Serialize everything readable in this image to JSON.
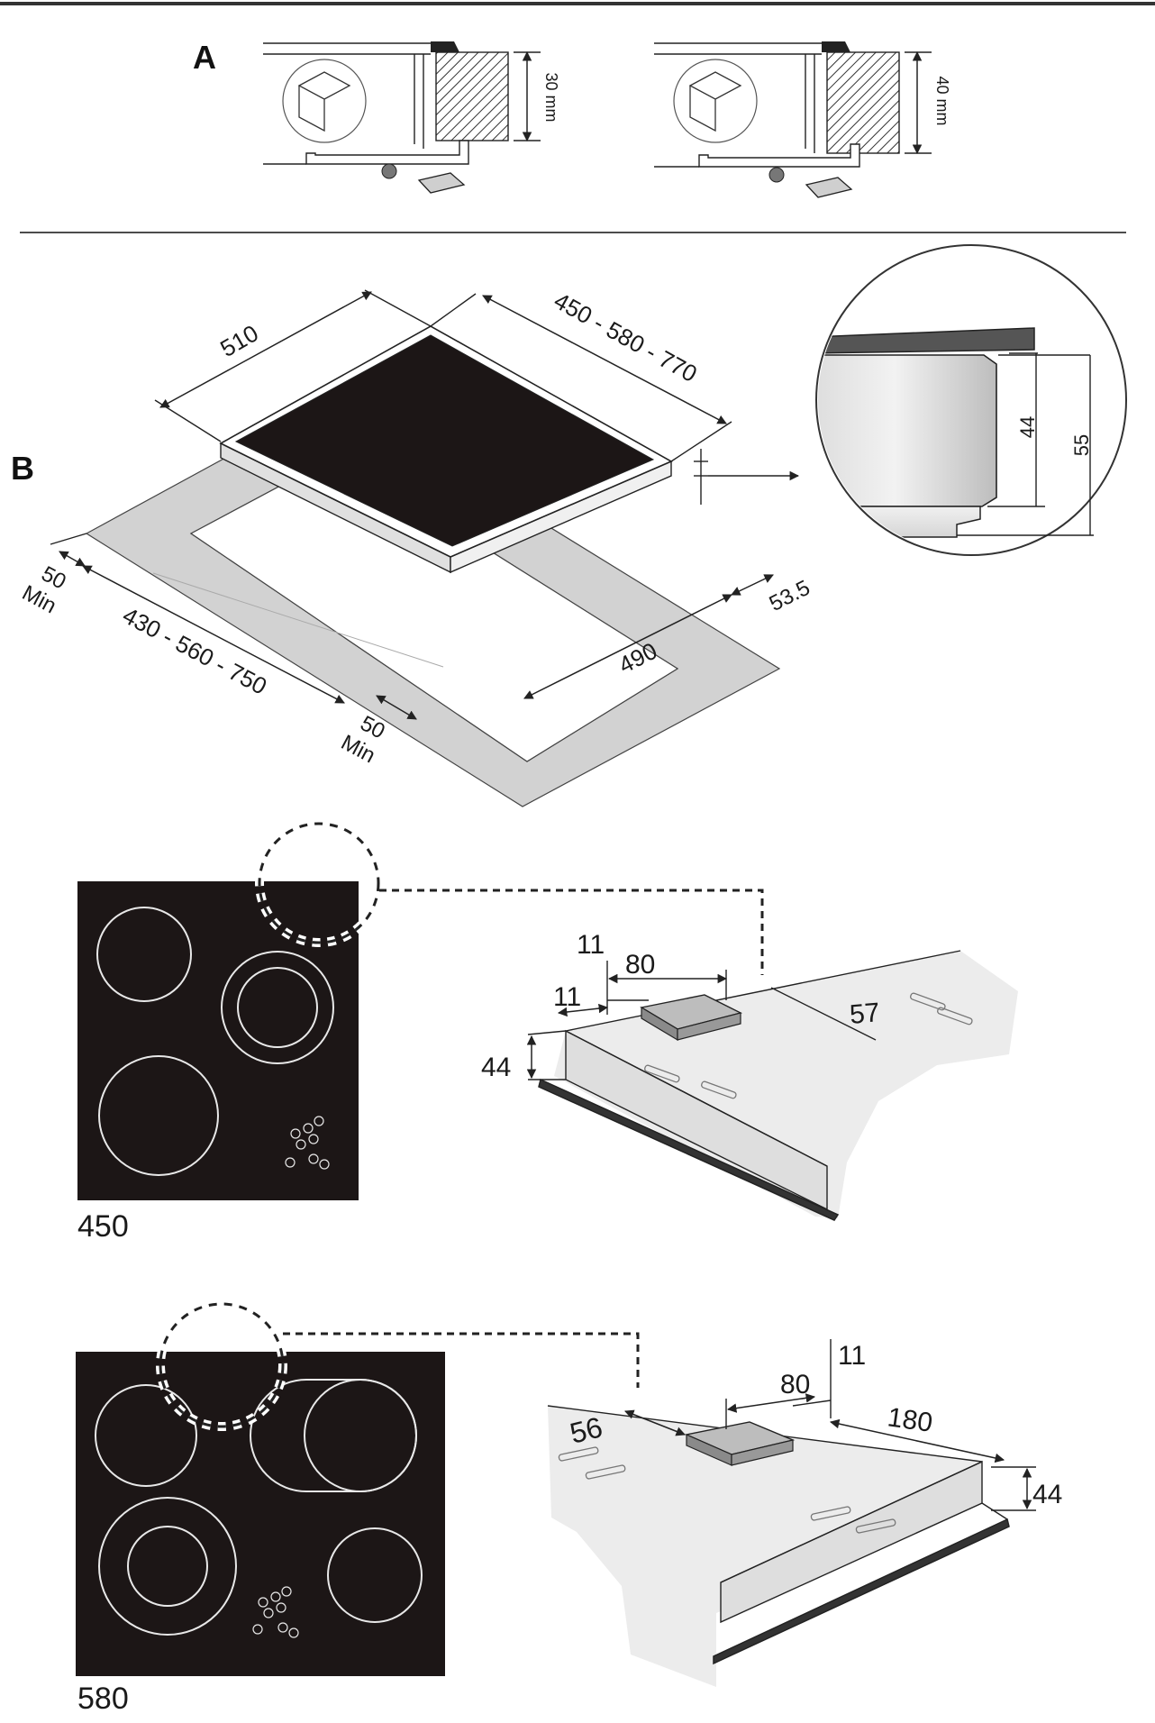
{
  "section_a": {
    "label": "A",
    "left_height": "30 mm",
    "right_height": "40 mm"
  },
  "section_b": {
    "label": "B",
    "hob_depth": "510",
    "hob_width": "450 - 580 - 770",
    "cutout_width": "430 - 560 - 750",
    "cutout_depth": "490",
    "rear_clearance": "53.5",
    "min_left_value": "50",
    "min_left_unit": "Min",
    "min_front_value": "50",
    "min_front_unit": "Min",
    "frame_height": "44",
    "total_height": "55"
  },
  "model_450": {
    "label": "450",
    "dim_top": "11",
    "dim_side": "11",
    "dim_clip_width": "80",
    "dim_offset": "57",
    "dim_height": "44"
  },
  "model_580": {
    "label": "580",
    "dim_top": "11",
    "dim_clip_width": "80",
    "dim_offset": "56",
    "dim_span": "180",
    "dim_height": "44"
  },
  "colors": {
    "hob_glass": "#1c1616",
    "frame_grey": "#d2d2d2",
    "line": "#222222"
  }
}
